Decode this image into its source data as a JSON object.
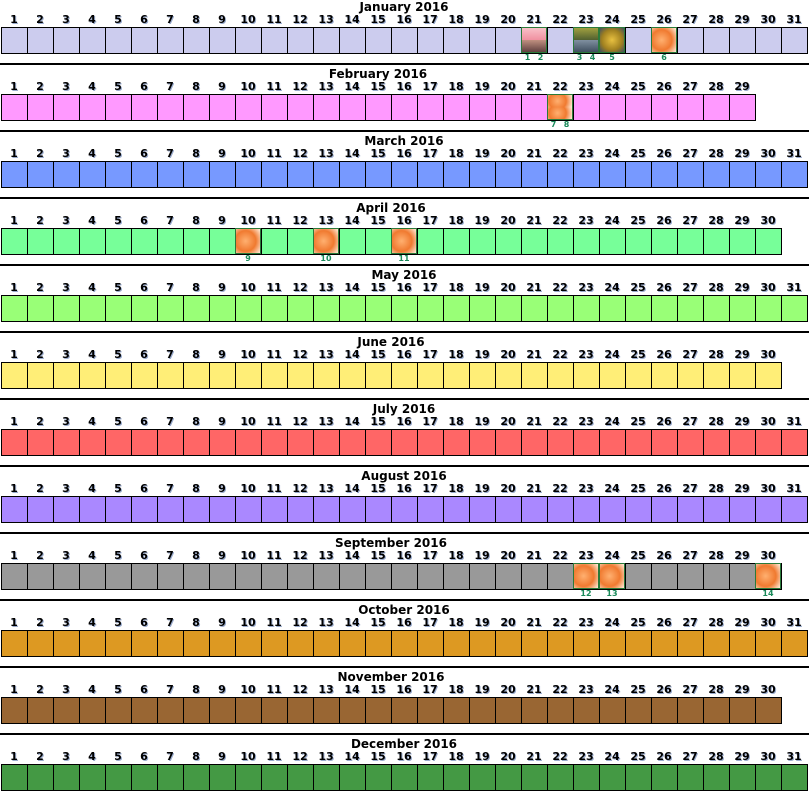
{
  "months": [
    {
      "title": "January 2016",
      "days": 31,
      "color": "#ccccee",
      "marks": [
        {
          "day": 21,
          "sprites": [
            "clefairy",
            "geodude"
          ],
          "labels": [
            "1",
            "2"
          ]
        },
        {
          "day": 23,
          "sprites": [
            "larvitar",
            "golem"
          ],
          "labels": [
            "3",
            "4"
          ]
        },
        {
          "day": 24,
          "sprites": [
            "charizard"
          ],
          "labels": [
            "5"
          ]
        },
        {
          "day": 26,
          "sprites": [
            "charmander"
          ],
          "labels": [
            "6"
          ]
        }
      ]
    },
    {
      "title": "February 2016",
      "days": 29,
      "color": "#ff99ff",
      "marks": [
        {
          "day": 22,
          "sprites": [
            "charmander",
            "charmander"
          ],
          "labels": [
            "7",
            "8"
          ]
        }
      ]
    },
    {
      "title": "March 2016",
      "days": 31,
      "color": "#7799ff",
      "marks": []
    },
    {
      "title": "April 2016",
      "days": 30,
      "color": "#77ff99",
      "marks": [
        {
          "day": 10,
          "sprites": [
            "charmander"
          ],
          "labels": [
            "9"
          ]
        },
        {
          "day": 13,
          "sprites": [
            "charmander"
          ],
          "labels": [
            "10"
          ]
        },
        {
          "day": 16,
          "sprites": [
            "charmander"
          ],
          "labels": [
            "11"
          ]
        }
      ]
    },
    {
      "title": "May 2016",
      "days": 31,
      "color": "#99ff77",
      "marks": []
    },
    {
      "title": "June 2016",
      "days": 30,
      "color": "#ffee77",
      "marks": []
    },
    {
      "title": "July 2016",
      "days": 31,
      "color": "#ff6666",
      "marks": []
    },
    {
      "title": "August 2016",
      "days": 31,
      "color": "#aa88ff",
      "marks": []
    },
    {
      "title": "September 2016",
      "days": 30,
      "color": "#999999",
      "marks": [
        {
          "day": 23,
          "sprites": [
            "charmander"
          ],
          "labels": [
            "12"
          ]
        },
        {
          "day": 24,
          "sprites": [
            "charmander"
          ],
          "labels": [
            "13"
          ]
        },
        {
          "day": 30,
          "sprites": [
            "charmander"
          ],
          "labels": [
            "14"
          ]
        }
      ]
    },
    {
      "title": "October 2016",
      "days": 31,
      "color": "#dd9922",
      "marks": []
    },
    {
      "title": "November 2016",
      "days": 30,
      "color": "#996633",
      "marks": []
    },
    {
      "title": "December 2016",
      "days": 31,
      "color": "#449944",
      "marks": []
    }
  ]
}
